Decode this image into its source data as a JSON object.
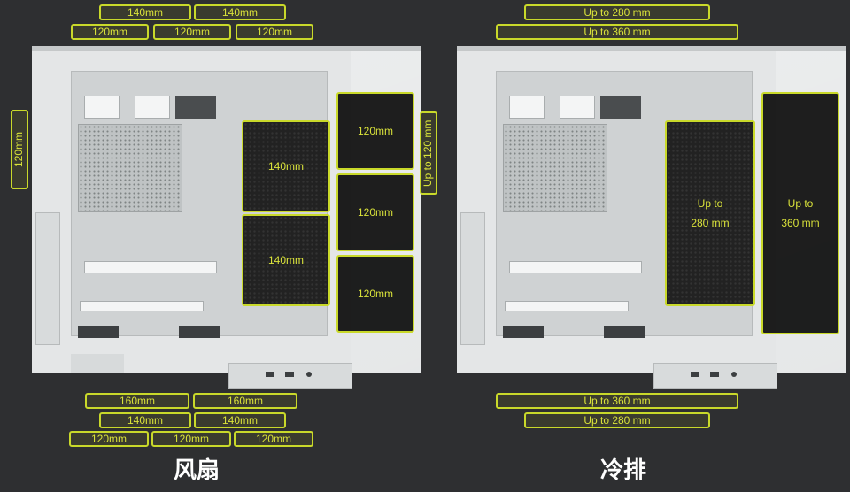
{
  "left": {
    "caption": "风扇",
    "top_rows": [
      [
        "140mm",
        "140mm"
      ],
      [
        "120mm",
        "120mm",
        "120mm"
      ]
    ],
    "side_left": "120mm",
    "front_zones": [
      "140mm",
      "140mm"
    ],
    "side_zones": [
      "120mm",
      "120mm",
      "120mm"
    ],
    "bottom_rows": [
      [
        "160mm",
        "160mm"
      ],
      [
        "140mm",
        "140mm"
      ],
      [
        "120mm",
        "120mm",
        "120mm"
      ]
    ]
  },
  "right": {
    "caption": "冷排",
    "top_rows": [
      "Up to 280 mm",
      "Up to 360 mm"
    ],
    "side_left": "Up to 120 mm",
    "front_zone": [
      "Up to",
      "280 mm"
    ],
    "side_zone": [
      "Up to",
      "360 mm"
    ],
    "bottom_rows": [
      "Up to 360 mm",
      "Up to 280 mm"
    ]
  }
}
